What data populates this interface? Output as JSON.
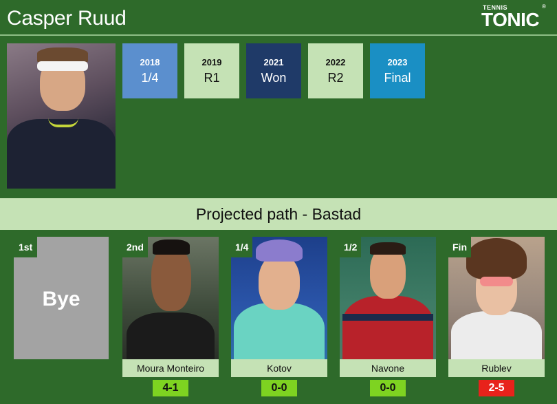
{
  "header": {
    "player_name": "Casper Ruud",
    "logo_top": "TENNIS",
    "logo_main": "TONIC",
    "logo_reg": "®"
  },
  "history": [
    {
      "year": "2018",
      "result": "1/4",
      "bg": "#5b8fce",
      "fg": "#ffffff"
    },
    {
      "year": "2019",
      "result": "R1",
      "bg": "#c5e2b5",
      "fg": "#111111"
    },
    {
      "year": "2021",
      "result": "Won",
      "bg": "#1f3a68",
      "fg": "#ffffff"
    },
    {
      "year": "2022",
      "result": "R2",
      "bg": "#c5e2b5",
      "fg": "#111111"
    },
    {
      "year": "2023",
      "result": "Final",
      "bg": "#1a8fc4",
      "fg": "#ffffff"
    }
  ],
  "path": {
    "title": "Projected path - Bastad",
    "bye": {
      "round": "1st",
      "text": "Bye"
    },
    "rounds": [
      {
        "round": "2nd",
        "opponent": "Moura Monteiro",
        "h2h": "4-1",
        "h2h_color": "#7ed321"
      },
      {
        "round": "1/4",
        "opponent": "Kotov",
        "h2h": "0-0",
        "h2h_color": "#7ed321"
      },
      {
        "round": "1/2",
        "opponent": "Navone",
        "h2h": "0-0",
        "h2h_color": "#7ed321"
      },
      {
        "round": "Fin",
        "opponent": "Rublev",
        "h2h": "2-5",
        "h2h_color": "#e8221b"
      }
    ]
  },
  "colors": {
    "background": "#2e6a2a",
    "band": "#c5e2b5",
    "bye_box": "#a3a3a3"
  },
  "icons": [
    "tennis-ball-icon"
  ]
}
